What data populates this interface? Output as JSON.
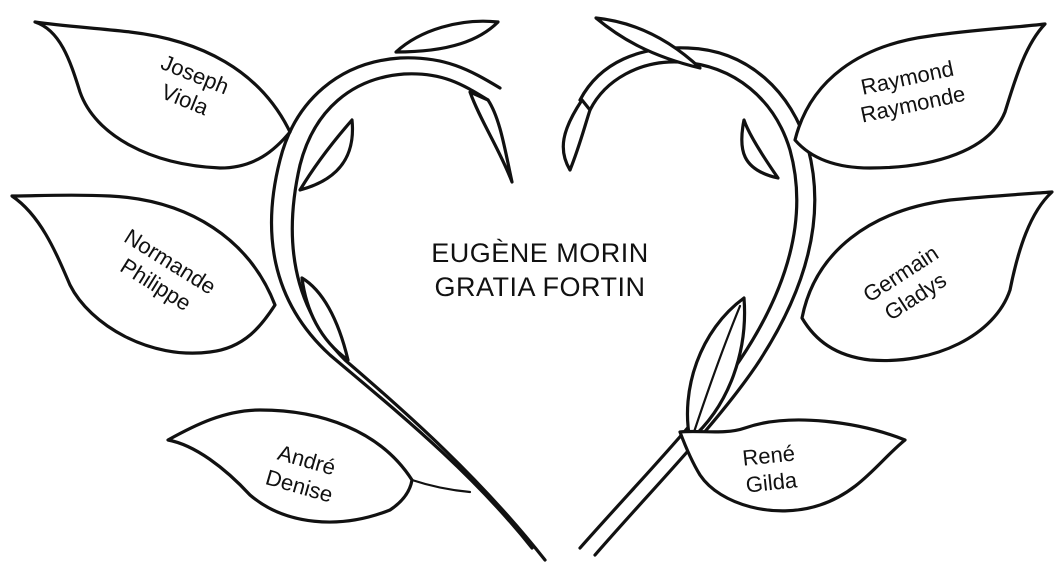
{
  "couple": {
    "line1": "EUGÈNE MORIN",
    "line2": "GRATIA FORTIN"
  },
  "children": [
    {
      "name1": "Joseph",
      "name2": "Viola"
    },
    {
      "name1": "Normande",
      "name2": "Philippe"
    },
    {
      "name1": "André",
      "name2": "Denise"
    },
    {
      "name1": "Raymond",
      "name2": "Raymonde"
    },
    {
      "name1": "Germain",
      "name2": "Gladys"
    },
    {
      "name1": "René",
      "name2": "Gilda"
    }
  ],
  "colors": {
    "ink": "#111111",
    "paper": "#ffffff"
  }
}
